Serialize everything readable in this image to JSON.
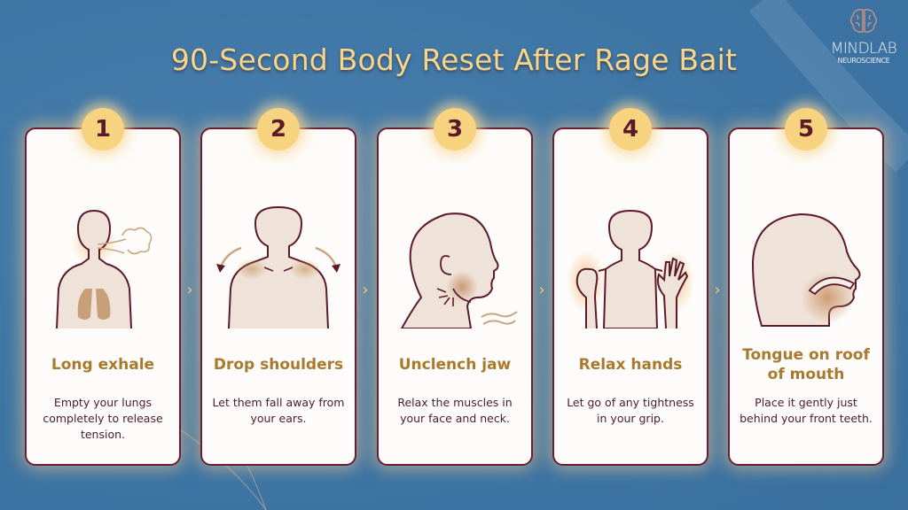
{
  "title": "90-Second Body Reset After Rage Bait",
  "logo": {
    "icon": "brain-icon",
    "brand": "MINDLAB",
    "sub": "NEUROSCIENCE"
  },
  "colors": {
    "background": "#3f77a6",
    "title": "#f8d58a",
    "badge": "#f7d27f",
    "card_border": "#6b1d32",
    "step_title": "#a87a2e",
    "step_text": "#4a1c2a"
  },
  "separator_glyph": "›",
  "steps": [
    {
      "number": "1",
      "icon": "exhale-lungs-icon",
      "title": "Long exhale",
      "description": "Empty your lungs completely to release tension."
    },
    {
      "number": "2",
      "icon": "drop-shoulders-icon",
      "title": "Drop shoulders",
      "description": "Let them fall away from your ears."
    },
    {
      "number": "3",
      "icon": "unclench-jaw-icon",
      "title": "Unclench jaw",
      "description": "Relax the muscles in your face and neck."
    },
    {
      "number": "4",
      "icon": "relax-hands-icon",
      "title": "Relax hands",
      "description": "Let go of any tightness in your grip."
    },
    {
      "number": "5",
      "icon": "tongue-roof-icon",
      "title": "Tongue on roof of mouth",
      "description": "Place it gently just behind your front teeth."
    }
  ]
}
